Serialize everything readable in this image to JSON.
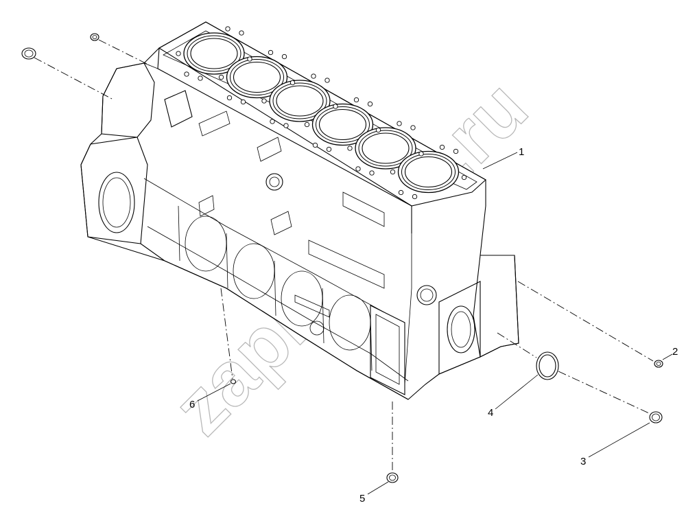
{
  "diagram": {
    "watermark": "zapkomru.ru",
    "callouts": [
      {
        "id": "1",
        "label": "1"
      },
      {
        "id": "2",
        "label": "2"
      },
      {
        "id": "3",
        "label": "3"
      },
      {
        "id": "4",
        "label": "4"
      },
      {
        "id": "5",
        "label": "5"
      },
      {
        "id": "6",
        "label": "6"
      }
    ]
  }
}
